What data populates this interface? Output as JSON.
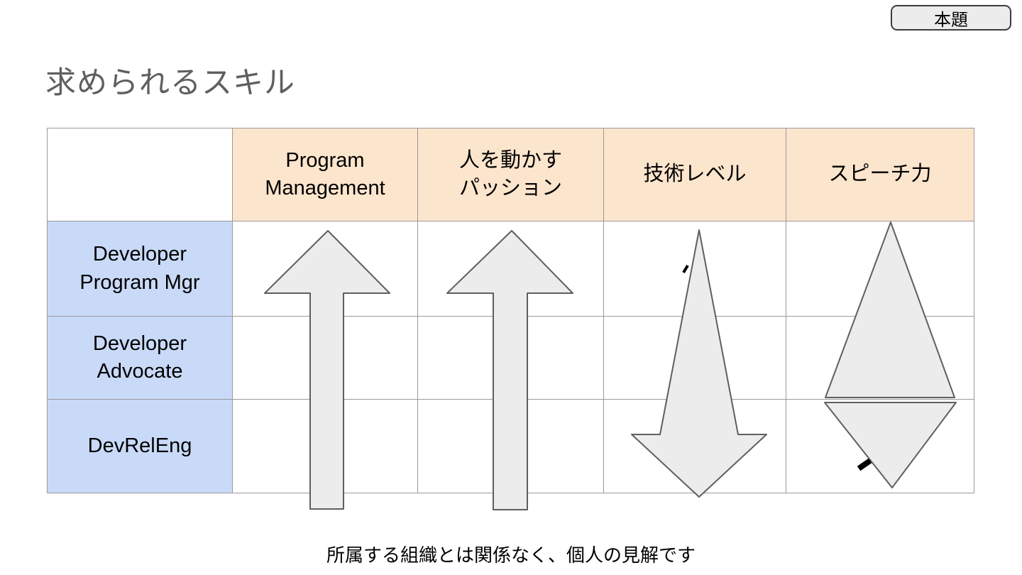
{
  "badge": {
    "label": "本題"
  },
  "title": "求められるスキル",
  "table": {
    "col_headers": [
      "Program\nManagement",
      "人を動かす\nパッション",
      "技術レベル",
      "スピーチ力"
    ],
    "row_headers": [
      "Developer\nProgram Mgr",
      "Developer\nAdvocate",
      "DevRelEng"
    ],
    "matrix_indicators": [
      {
        "column": "Program Management",
        "indicator": "large up arrow spanning all three roles"
      },
      {
        "column": "人を動かすパッション",
        "indicator": "large up arrow spanning all three roles"
      },
      {
        "column": "技術レベル",
        "indicator": "down arrow, narrow at top and widening toward DevRelEng, with small black pen mark near tip"
      },
      {
        "column": "スピーチ力",
        "indicator": "tall up-pointing triangle over rows 1-2 and down-pointing triangle in row 3, with small black pen mark on lower-left edge"
      }
    ]
  },
  "caption": "所属する組織とは関係なく、個人の見解です",
  "colors": {
    "header_fill": "#fce5cd",
    "row_label_fill": "#c9daf8",
    "grid_border": "#9a9a9a",
    "shape_fill": "#ececec",
    "shape_stroke": "#5f5f5f",
    "badge_fill": "#ececec",
    "badge_border": "#3c3c3c",
    "title_color": "#5f5f5f",
    "pen_mark": "#000000"
  }
}
